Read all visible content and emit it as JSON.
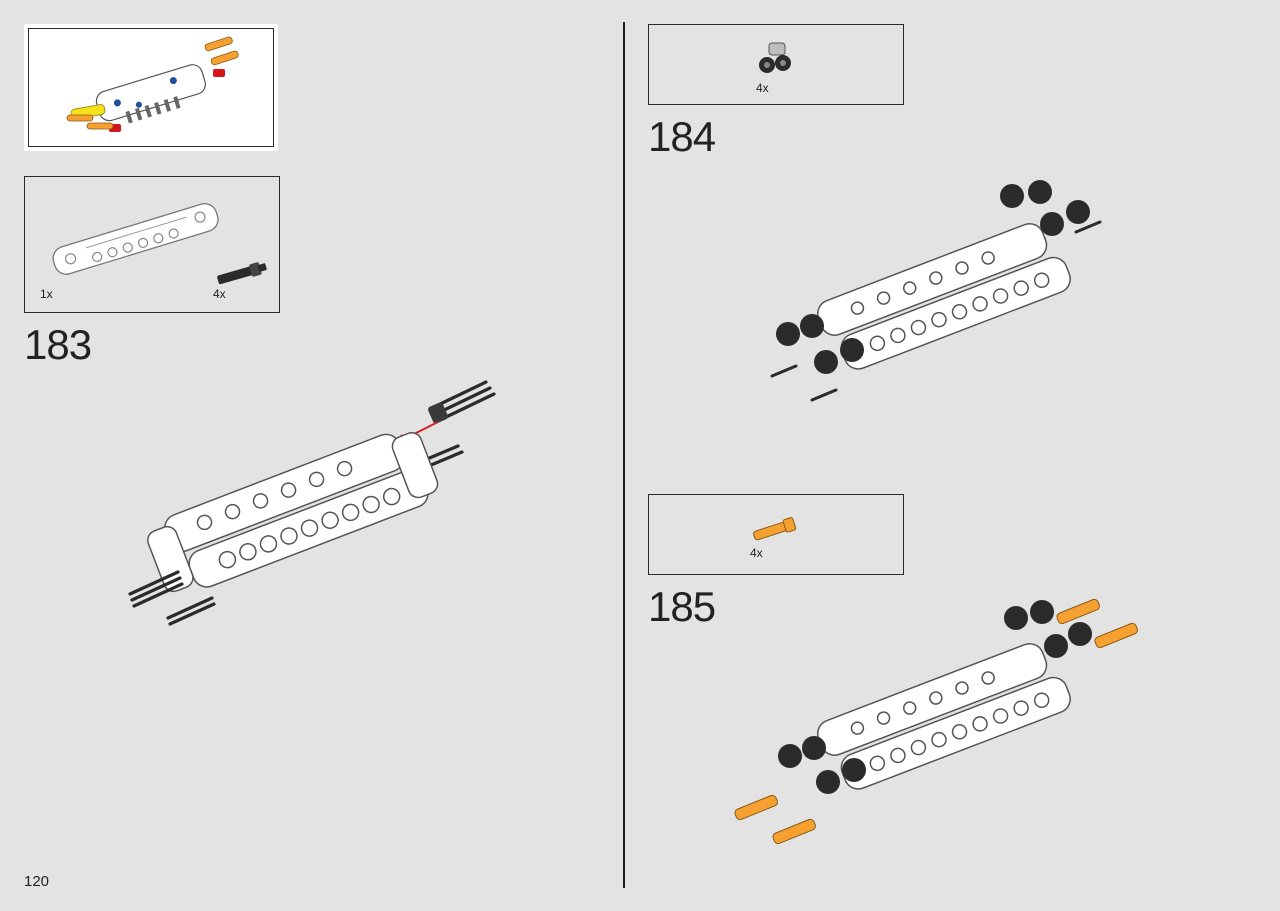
{
  "page": {
    "number": "120"
  },
  "colors": {
    "background": "#e3e3e3",
    "white_part": "#ffffff",
    "dark_part": "#2b2b2b",
    "light_gray_part": "#bdbdbd",
    "orange_part": "#f5a031",
    "yellow_part": "#f6e21a",
    "red_part": "#d3171c",
    "blue_part": "#1f4f9a",
    "arrow": "#d51f2b"
  },
  "overview": {
    "icon": "assembly-overview-illustration"
  },
  "steps": [
    {
      "number": "183",
      "parts": [
        {
          "qty": "1x",
          "icon": "white-beam-part-icon"
        },
        {
          "qty": "4x",
          "icon": "black-axle-pin-part-icon"
        }
      ]
    },
    {
      "number": "184",
      "parts": [
        {
          "qty": "4x",
          "icon": "black-double-connector-part-icon"
        }
      ]
    },
    {
      "number": "185",
      "parts": [
        {
          "qty": "4x",
          "icon": "orange-axle-pin-part-icon"
        }
      ]
    }
  ]
}
